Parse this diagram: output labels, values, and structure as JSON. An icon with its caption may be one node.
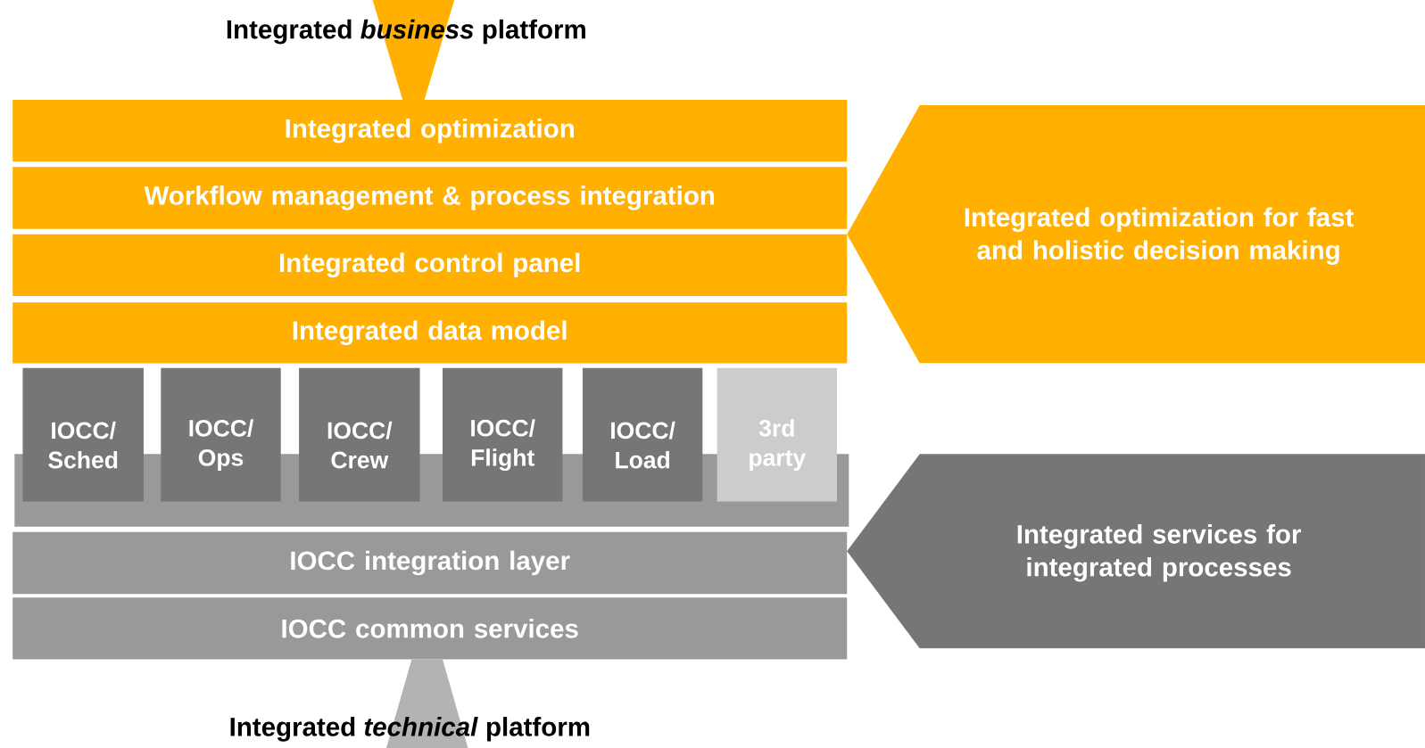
{
  "diagram": {
    "nodes": [
      {
        "text": [],
        "shape": "triangle"
      },
      {
        "text": [
          "Integrated optimization"
        ]
      },
      {
        "text": [
          "Workflow management & process integration"
        ]
      },
      {
        "text": [
          "Integrated control panel"
        ]
      },
      {
        "text": [
          "Integrated data model"
        ]
      },
      {
        "text": [],
        "shape": "box"
      },
      {
        "text": [
          "IOCC/ Sched"
        ]
      },
      {
        "text": [
          "IOCC/ Ops"
        ]
      },
      {
        "text": [
          "IOCC/ Crew"
        ]
      },
      {
        "text": [
          "IOCC/ Flight"
        ]
      },
      {
        "text": [
          "IOCC/ Load"
        ]
      },
      {
        "text": [
          "3rd party"
        ]
      },
      {
        "text": [
          "IOCC integration layer"
        ]
      },
      {
        "text": [
          "IOCC common services"
        ]
      },
      {
        "text": [],
        "shape": "triangle"
      },
      {
        "text": [
          "Integrated optimization for fast and holistic decision making"
        ]
      },
      {
        "text": [
          "Integrated services for integrated processes"
        ]
      }
    ],
    "labels": [
      "Integrated *business* platform",
      "Integrated *technical* platform"
    ]
  }
}
